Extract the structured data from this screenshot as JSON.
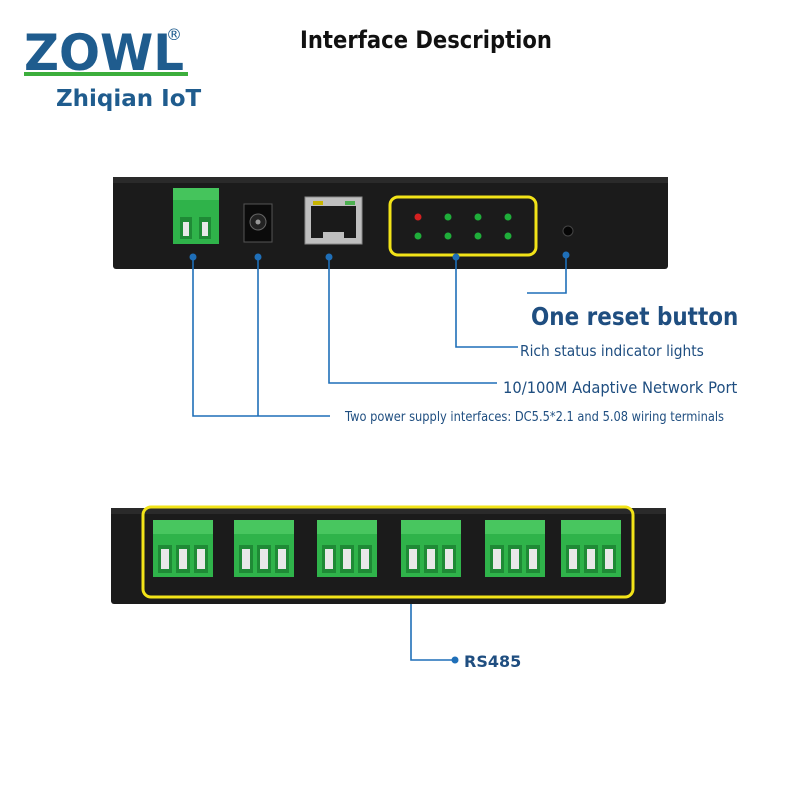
{
  "brand": {
    "logo_text": "ZOWL",
    "registered_mark": "®",
    "subtitle": "Zhiqian IoT",
    "logo_color": "#1f5c8e",
    "logo_accent": "#3cae3c"
  },
  "title": "Interface Description",
  "labels": {
    "reset": "One reset button",
    "status": "Rich status indicator lights",
    "network": "10/100M Adaptive Network Port",
    "power": "Two power supply interfaces: DC5.5*2.1 and 5.08 wiring terminals",
    "rs485": "RS485"
  },
  "colors": {
    "device": "#1b1b1b",
    "terminal": "#2fb34a",
    "highlight": "#f2e318",
    "callout_line": "#1f6fb8",
    "led_red": "#d42020",
    "led_green": "#1fae3a"
  },
  "leds": [
    "red",
    "green",
    "green",
    "green",
    "green",
    "green",
    "green",
    "green"
  ]
}
